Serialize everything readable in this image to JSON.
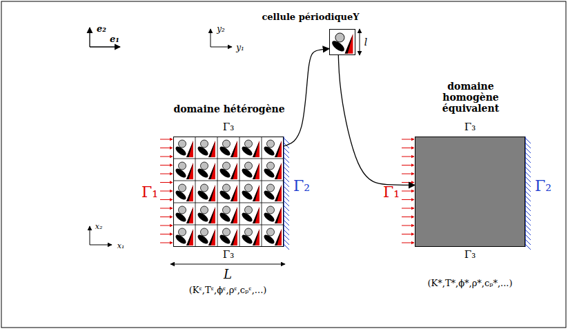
{
  "diagram": {
    "nodes": [
      {
        "text": [
          "cellule périodiqueY"
        ]
      },
      {
        "text": [
          "domaine hétérogène"
        ]
      },
      {
        "text": [
          "domaine homogène équivalent"
        ]
      }
    ],
    "edges": [
      {
        "from": 1,
        "to": 0,
        "arrow": "to"
      },
      {
        "from": 0,
        "to": 2,
        "arrow": "to"
      }
    ],
    "labels": [
      "e₂",
      "e₁",
      "y₂",
      "y₁",
      "l",
      "Γ₃",
      "Γ₁",
      "Γ₂",
      "Γ₃",
      "L",
      "(Kᵋ,Tᵋ,ϕᵋ,ρᵋ,cₚᵋ,...)",
      "x₂",
      "x₁",
      "Γ₃",
      "Γ₁",
      "Γ₂",
      "Γ₃",
      "(K*,T*,ϕ*,ρ*,cₚ*,...)"
    ]
  }
}
